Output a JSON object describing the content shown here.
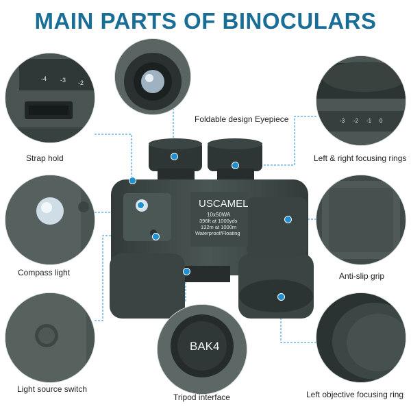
{
  "title": "MAIN PARTS OF BINOCULARS",
  "colors": {
    "title": "#1a6e96",
    "callout": "#1e8fd0",
    "body": "#3f4a48"
  },
  "labels": {
    "strap_hold": "Strap hold",
    "eyepiece": "Foldable design Eyepiece",
    "focusing_rings": "Left & right focusing rings",
    "compass_light": "Compass light",
    "anti_slip": "Anti-slip grip",
    "light_switch": "Light source switch",
    "tripod": "Tripod interface",
    "objective_ring": "Left objective focusing ring"
  },
  "product": {
    "brand": "USCAMEL",
    "spec_model": "10x50WA",
    "spec_range1": "396ft at 1000yds",
    "spec_range2": "132m at 1000m",
    "spec_features": "Waterproof/Floating",
    "prism": "BAK4",
    "scale_strap": [
      "-4",
      "-3",
      "-2"
    ],
    "scale_focus": [
      "-3",
      "-2",
      "-1",
      "0"
    ]
  }
}
